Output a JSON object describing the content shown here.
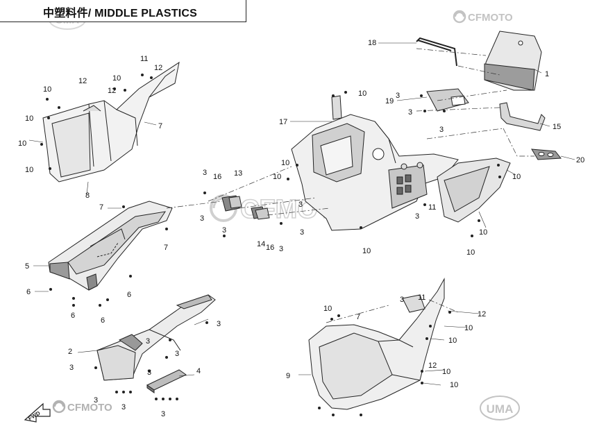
{
  "header": {
    "title": "中塑料件/ MIDDLE PLASTICS",
    "logo_top_left": "UMA",
    "logo_top_right": "CFMOTO"
  },
  "watermarks": {
    "center": "CFMOTO",
    "bottom_left": "CFMOTO",
    "bottom_left_arrow": "FWD",
    "bottom_right": "UMA"
  },
  "brand_colors": {
    "line": "#222222",
    "watermark": "#c8c8c8",
    "fill_light": "#ececec",
    "fill_mid": "#d6d6d6",
    "fill_dark": "#9a9a9a"
  },
  "callouts": [
    {
      "id": "c1",
      "text": "1"
    },
    {
      "id": "c2",
      "text": "2"
    },
    {
      "id": "c3a",
      "text": "3"
    },
    {
      "id": "c3b",
      "text": "3"
    },
    {
      "id": "c3c",
      "text": "3"
    },
    {
      "id": "c3d",
      "text": "3"
    },
    {
      "id": "c3e",
      "text": "3"
    },
    {
      "id": "c3f",
      "text": "3"
    },
    {
      "id": "c3g",
      "text": "3"
    },
    {
      "id": "c3h",
      "text": "3"
    },
    {
      "id": "c3i",
      "text": "3"
    },
    {
      "id": "c3j",
      "text": "3"
    },
    {
      "id": "c3k",
      "text": "3"
    },
    {
      "id": "c3l",
      "text": "3"
    },
    {
      "id": "c3m",
      "text": "3"
    },
    {
      "id": "c3n",
      "text": "3"
    },
    {
      "id": "c3o",
      "text": "3"
    },
    {
      "id": "c3p",
      "text": "3"
    },
    {
      "id": "c3q",
      "text": "3"
    },
    {
      "id": "c3r",
      "text": "3"
    },
    {
      "id": "c3s",
      "text": "3"
    },
    {
      "id": "c4",
      "text": "4"
    },
    {
      "id": "c5",
      "text": "5"
    },
    {
      "id": "c6a",
      "text": "6"
    },
    {
      "id": "c6b",
      "text": "6"
    },
    {
      "id": "c6c",
      "text": "6"
    },
    {
      "id": "c6d",
      "text": "6"
    },
    {
      "id": "c7a",
      "text": "7"
    },
    {
      "id": "c7b",
      "text": "7"
    },
    {
      "id": "c7c",
      "text": "7"
    },
    {
      "id": "c7d",
      "text": "7"
    },
    {
      "id": "c8",
      "text": "8"
    },
    {
      "id": "c9",
      "text": "9"
    },
    {
      "id": "c10a",
      "text": "10"
    },
    {
      "id": "c10b",
      "text": "10"
    },
    {
      "id": "c10c",
      "text": "10"
    },
    {
      "id": "c10d",
      "text": "10"
    },
    {
      "id": "c10e",
      "text": "10"
    },
    {
      "id": "c10f",
      "text": "10"
    },
    {
      "id": "c10g",
      "text": "10"
    },
    {
      "id": "c10h",
      "text": "10"
    },
    {
      "id": "c10i",
      "text": "10"
    },
    {
      "id": "c10j",
      "text": "10"
    },
    {
      "id": "c10k",
      "text": "10"
    },
    {
      "id": "c10l",
      "text": "10"
    },
    {
      "id": "c10m",
      "text": "10"
    },
    {
      "id": "c10n",
      "text": "10"
    },
    {
      "id": "c10o",
      "text": "10"
    },
    {
      "id": "c10p",
      "text": "10"
    },
    {
      "id": "c10q",
      "text": "10"
    },
    {
      "id": "c11a",
      "text": "11"
    },
    {
      "id": "c11b",
      "text": "11"
    },
    {
      "id": "c11c",
      "text": "11"
    },
    {
      "id": "c12a",
      "text": "12"
    },
    {
      "id": "c12b",
      "text": "12"
    },
    {
      "id": "c12c",
      "text": "12"
    },
    {
      "id": "c12d",
      "text": "12"
    },
    {
      "id": "c12e",
      "text": "12"
    },
    {
      "id": "c13",
      "text": "13"
    },
    {
      "id": "c14",
      "text": "14"
    },
    {
      "id": "c15",
      "text": "15"
    },
    {
      "id": "c16a",
      "text": "16"
    },
    {
      "id": "c16b",
      "text": "16"
    },
    {
      "id": "c17",
      "text": "17"
    },
    {
      "id": "c18",
      "text": "18"
    },
    {
      "id": "c19",
      "text": "19"
    },
    {
      "id": "c20",
      "text": "20"
    }
  ]
}
